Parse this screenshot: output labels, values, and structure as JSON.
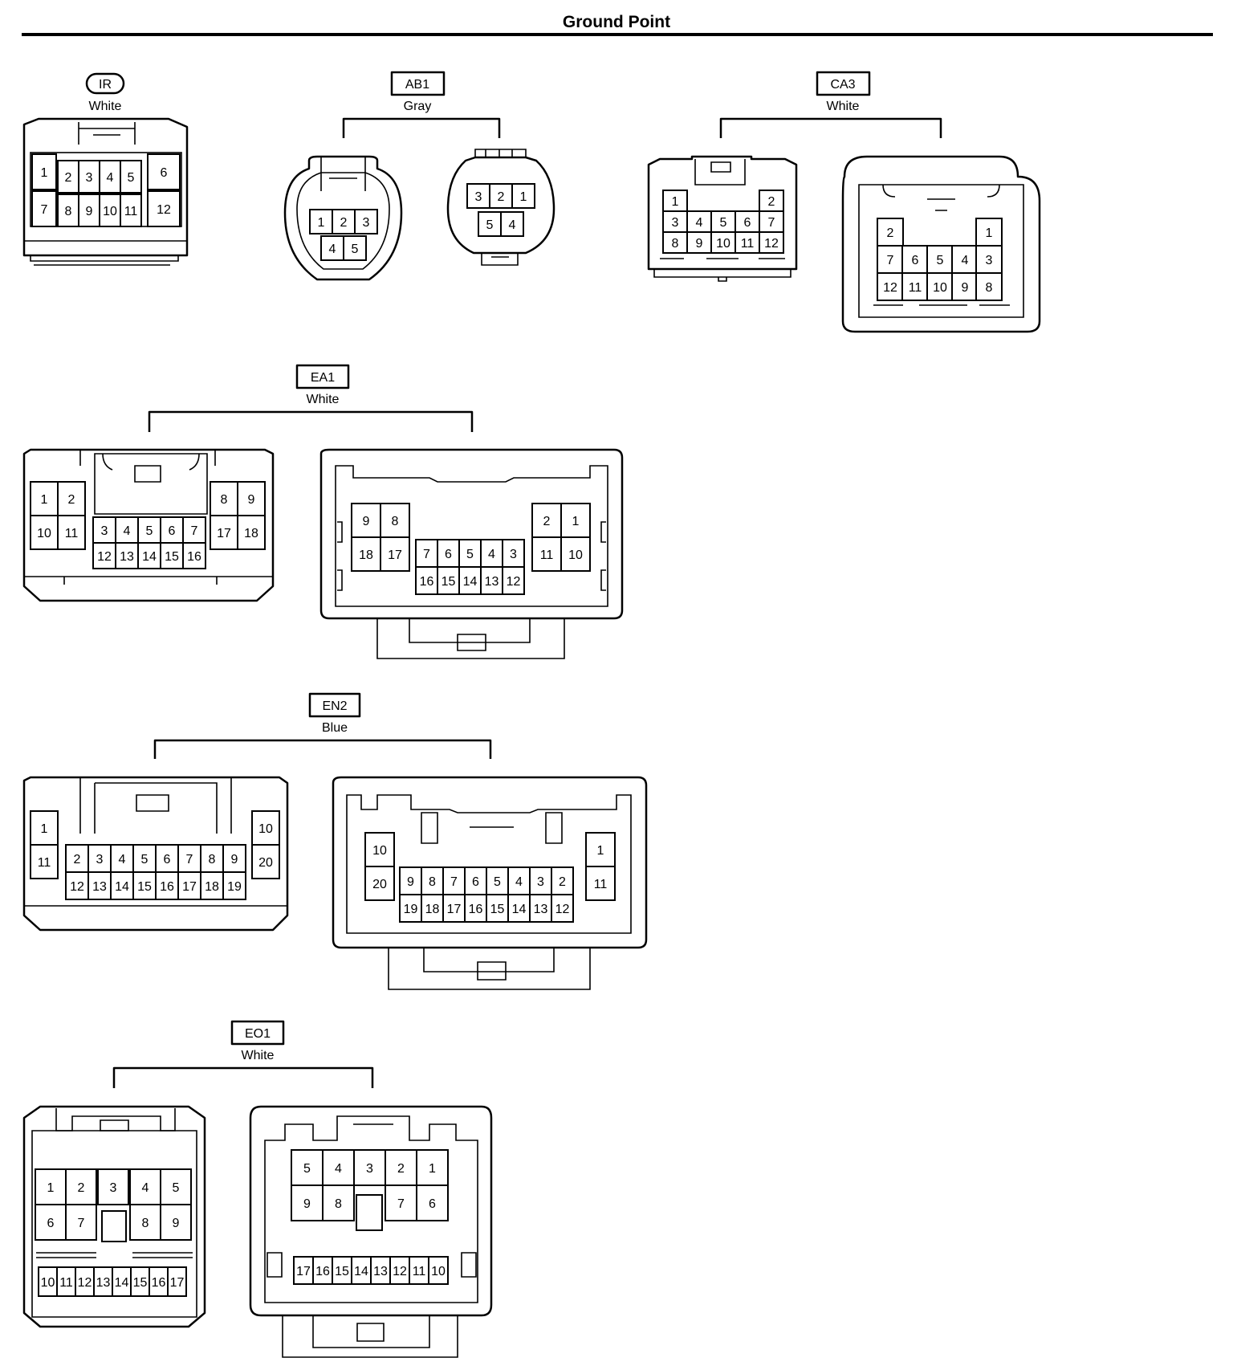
{
  "page": {
    "title": "Ground Point"
  },
  "connectors": {
    "ir": {
      "code": "IR",
      "color": "White",
      "views": [
        {
          "pins": [
            "1",
            "2",
            "3",
            "4",
            "5",
            "6",
            "7",
            "8",
            "9",
            "10",
            "11",
            "12"
          ]
        }
      ]
    },
    "ab1": {
      "code": "AB1",
      "color": "Gray",
      "views": [
        {
          "pins": [
            "1",
            "2",
            "3",
            "4",
            "5"
          ]
        },
        {
          "pins": [
            "3",
            "2",
            "1",
            "5",
            "4"
          ]
        }
      ]
    },
    "ca3": {
      "code": "CA3",
      "color": "White",
      "views": [
        {
          "pins": [
            "1",
            "2",
            "3",
            "4",
            "5",
            "6",
            "7",
            "8",
            "9",
            "10",
            "11",
            "12"
          ]
        },
        {
          "pins": [
            "2",
            "1",
            "7",
            "6",
            "5",
            "4",
            "3",
            "12",
            "11",
            "10",
            "9",
            "8"
          ]
        }
      ]
    },
    "ea1": {
      "code": "EA1",
      "color": "White",
      "views": [
        {
          "pins": [
            "1",
            "2",
            "10",
            "11",
            "3",
            "4",
            "5",
            "6",
            "7",
            "12",
            "13",
            "14",
            "15",
            "16",
            "8",
            "9",
            "17",
            "18"
          ]
        },
        {
          "pins": [
            "9",
            "8",
            "18",
            "17",
            "7",
            "6",
            "5",
            "4",
            "3",
            "16",
            "15",
            "14",
            "13",
            "12",
            "2",
            "1",
            "11",
            "10"
          ]
        }
      ]
    },
    "en2": {
      "code": "EN2",
      "color": "Blue",
      "views": [
        {
          "pins": [
            "1",
            "11",
            "2",
            "3",
            "4",
            "5",
            "6",
            "7",
            "8",
            "9",
            "12",
            "13",
            "14",
            "15",
            "16",
            "17",
            "18",
            "19",
            "10",
            "20"
          ]
        },
        {
          "pins": [
            "10",
            "20",
            "9",
            "8",
            "7",
            "6",
            "5",
            "4",
            "3",
            "2",
            "19",
            "18",
            "17",
            "16",
            "15",
            "14",
            "13",
            "12",
            "1",
            "11"
          ]
        }
      ]
    },
    "eo1": {
      "code": "EO1",
      "color": "White",
      "views": [
        {
          "pins": [
            "1",
            "2",
            "3",
            "4",
            "5",
            "6",
            "7",
            "8",
            "9",
            "10",
            "11",
            "12",
            "13",
            "14",
            "15",
            "16",
            "17"
          ]
        },
        {
          "pins": [
            "5",
            "4",
            "3",
            "2",
            "1",
            "9",
            "8",
            "7",
            "6",
            "17",
            "16",
            "15",
            "14",
            "13",
            "12",
            "11",
            "10"
          ]
        }
      ]
    }
  }
}
